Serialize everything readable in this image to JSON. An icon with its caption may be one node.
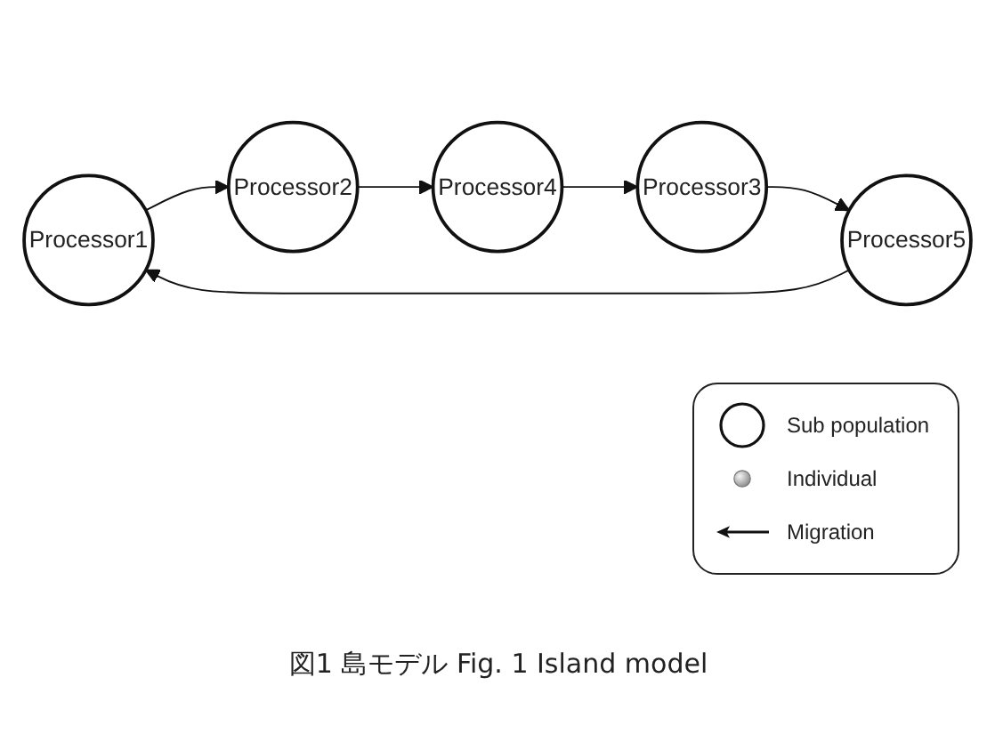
{
  "diagram": {
    "caption": "図1 島モデル Fig. 1 Island model",
    "nodes": [
      {
        "text": [
          "Processor1"
        ]
      },
      {
        "text": [
          "Processor2"
        ]
      },
      {
        "text": [
          "Processor3"
        ]
      },
      {
        "text": [
          "Processor4"
        ]
      },
      {
        "text": [
          "Processor5"
        ]
      }
    ],
    "edges": [
      {
        "from": 0,
        "to": 1,
        "arrow": "to"
      },
      {
        "from": 1,
        "to": 3,
        "arrow": "to"
      },
      {
        "from": 3,
        "to": 2,
        "arrow": "to"
      },
      {
        "from": 2,
        "to": 4,
        "arrow": "to"
      },
      {
        "from": 4,
        "to": 0,
        "arrow": "to"
      }
    ],
    "legend": [
      {
        "text": "Sub population"
      },
      {
        "text": "Individual"
      },
      {
        "text": "Migration"
      }
    ]
  }
}
